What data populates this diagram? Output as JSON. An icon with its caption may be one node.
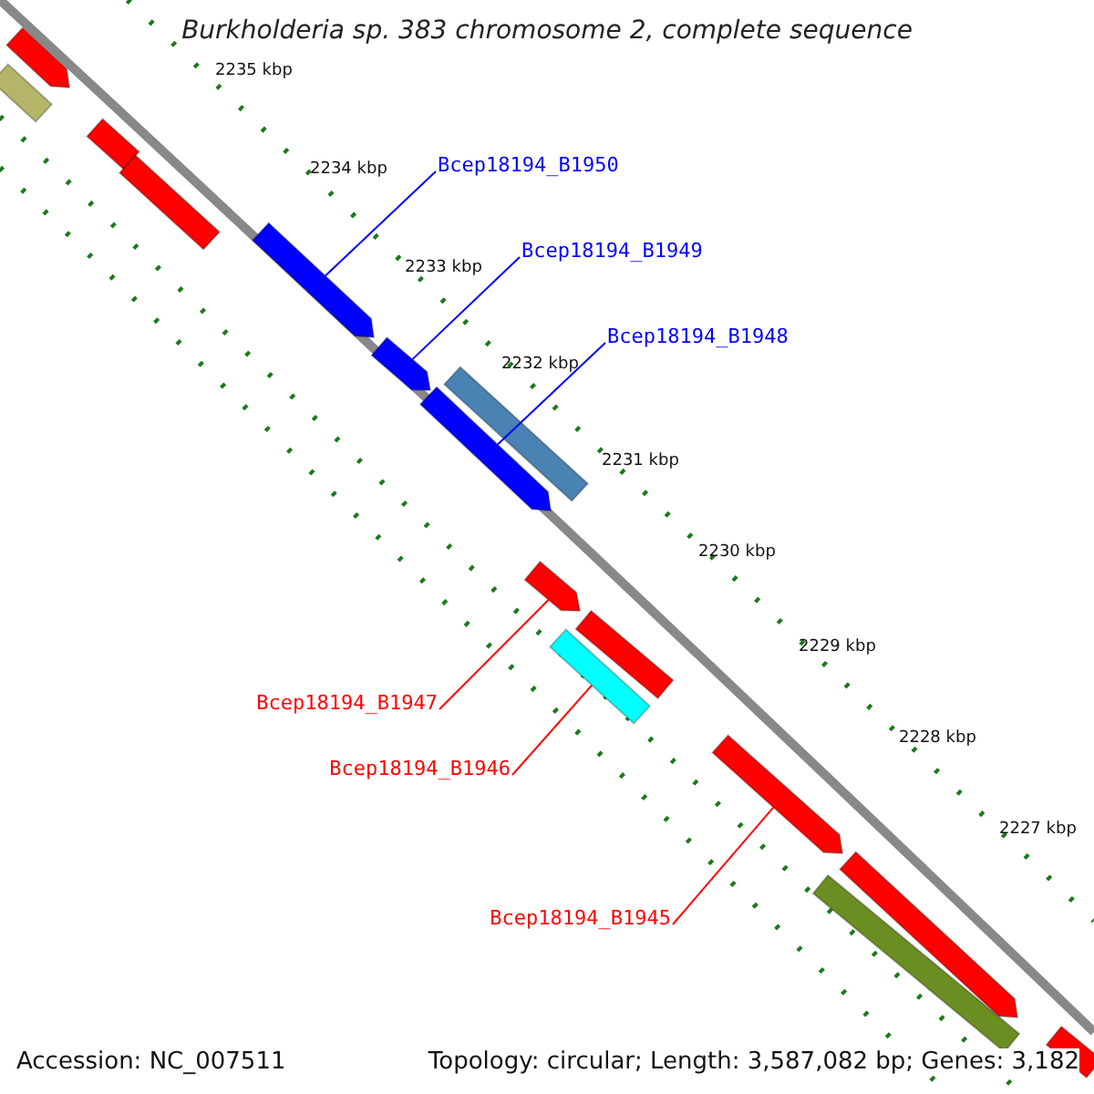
{
  "diagram": {
    "title": "Burkholderia sp. 383 chromosome 2, complete sequence",
    "nodes": [
      {
        "text": [
          "Bcep18194_B1950"
        ]
      },
      {
        "text": [
          "Bcep18194_B1949"
        ]
      },
      {
        "text": [
          "Bcep18194_B1948"
        ]
      },
      {
        "text": [
          "Bcep18194_B1947"
        ]
      },
      {
        "text": [
          "Bcep18194_B1946"
        ]
      },
      {
        "text": [
          "Bcep18194_B1945"
        ]
      },
      {
        "text": [],
        "shape": "bar"
      },
      {
        "text": [],
        "shape": "bar"
      },
      {
        "text": [],
        "shape": "bar"
      },
      {
        "text": [],
        "shape": "bar"
      },
      {
        "text": [],
        "shape": "bar"
      },
      {
        "text": [],
        "shape": "bar"
      },
      {
        "text": [],
        "shape": "bar"
      },
      {
        "text": [],
        "shape": "bar"
      },
      {
        "text": [],
        "shape": "bar"
      },
      {
        "text": [],
        "shape": "bar"
      },
      {
        "text": [],
        "shape": "bar"
      },
      {
        "text": [],
        "shape": "bar"
      },
      {
        "text": [],
        "shape": "bar"
      },
      {
        "text": [],
        "shape": "bar"
      },
      {
        "text": [],
        "shape": "bar"
      }
    ],
    "edges": [
      {
        "from": 0,
        "to": 10,
        "arrow": "none"
      },
      {
        "from": 1,
        "to": 11,
        "arrow": "none"
      },
      {
        "from": 2,
        "to": 12,
        "arrow": "none"
      },
      {
        "from": 3,
        "to": 14,
        "arrow": "none",
        "color": "#ff0000"
      },
      {
        "from": 4,
        "to": 15,
        "arrow": "none",
        "color": "#ff0000"
      },
      {
        "from": 5,
        "to": 17,
        "arrow": "none",
        "color": "#ff0000"
      }
    ],
    "labels": [
      "2235 kbp",
      "2234 kbp",
      "2233 kbp",
      "2232 kbp",
      "2231 kbp",
      "2230 kbp",
      "2229 kbp",
      "2228 kbp",
      "2227 kbp",
      "Accession: NC_007511",
      "Topology: circular; Length: 3,587,082 bp; Genes: 3,182"
    ]
  }
}
